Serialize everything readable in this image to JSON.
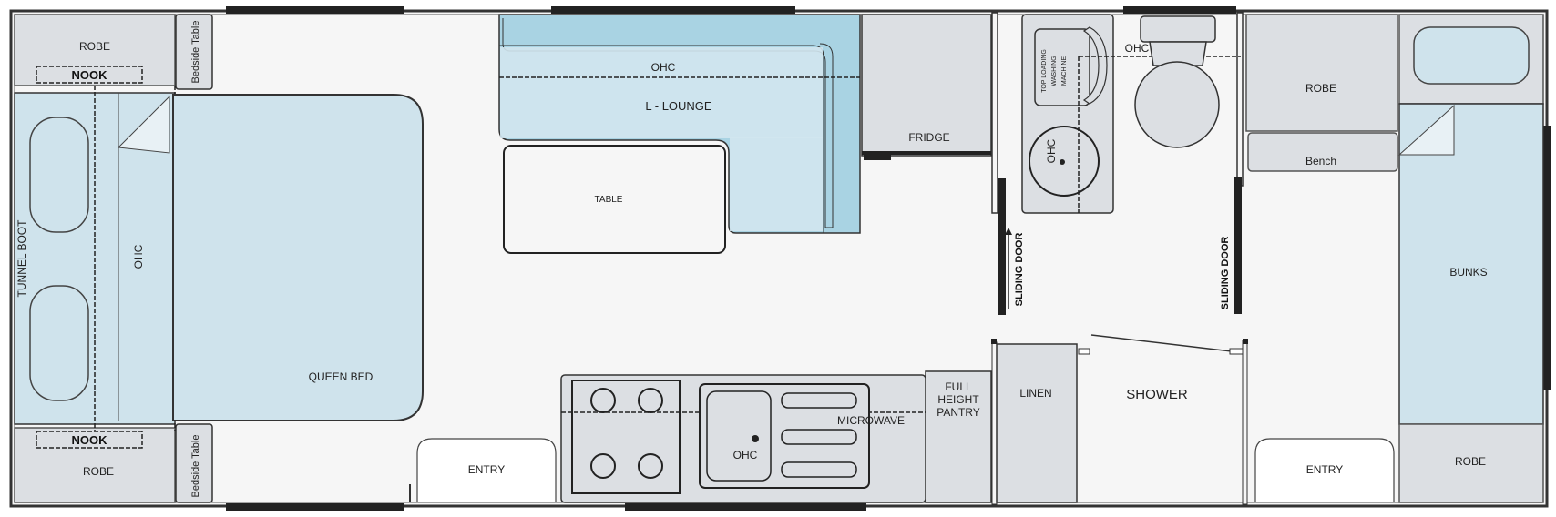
{
  "labels": {
    "robe_top_left": "ROBE",
    "nook_top": "NOOK",
    "bedside_table_top": "Bedside Table",
    "tunnel_boot": "TUNNEL BOOT",
    "ohc_bed": "OHC",
    "queen_bed": "QUEEN BED",
    "nook_bottom": "NOOK",
    "robe_bottom_left": "ROBE",
    "bedside_table_bottom": "Bedside Table",
    "entry_left": "ENTRY",
    "ohc_lounge": "OHC",
    "l_lounge": "L - LOUNGE",
    "table": "TABLE",
    "fridge": "FRIDGE",
    "washing_machine_line1": "TOP LOADING",
    "washing_machine_line2": "WASHING",
    "washing_machine_line3": "MACHINE",
    "ohc_ensuite": "OHC",
    "ohc_vanity": "OHC",
    "sliding_door_left": "SLIDING DOOR",
    "sliding_door_right": "SLIDING DOOR",
    "robe_right": "ROBE",
    "bench": "Bench",
    "bunks": "BUNKS",
    "robe_bottom_right": "ROBE",
    "entry_right": "ENTRY",
    "shower": "SHOWER",
    "linen": "LINEN",
    "pantry_line1": "FULL",
    "pantry_line2": "HEIGHT",
    "pantry_line3": "PANTRY",
    "microwave": "MICROWAVE",
    "ohc_kitchen": "OHC"
  },
  "colors": {
    "wall": "#222222",
    "cabinet": "#dde0e4",
    "bed": "#cfe3ec",
    "lounge": "#a9d3e3",
    "floor": "#f5f5f5"
  }
}
